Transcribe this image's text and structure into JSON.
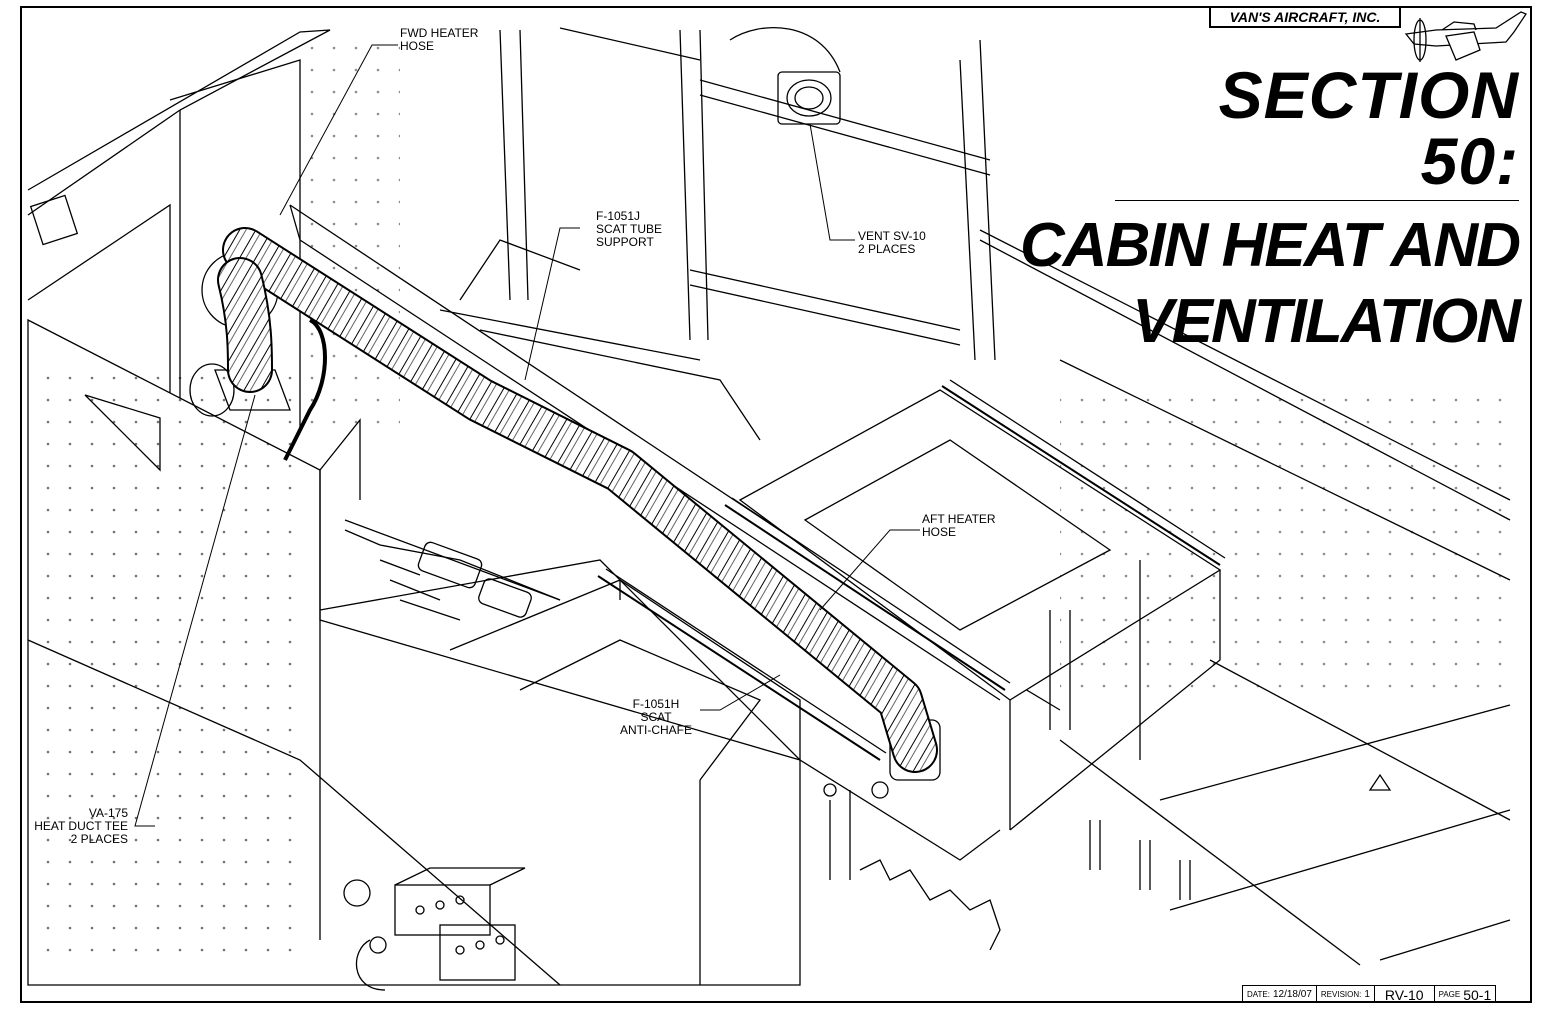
{
  "header": {
    "company": "VAN'S AIRCRAFT, INC.",
    "title_line1": "SECTION 50:",
    "title_line2": "CABIN HEAT AND",
    "title_line3": "VENTILATION"
  },
  "callouts": {
    "fwd_heater_hose": "FWD HEATER\nHOSE",
    "scat_tube_support": "F-1051J\nSCAT TUBE\nSUPPORT",
    "vent": "VENT SV-10\n2 PLACES",
    "aft_heater_hose": "AFT HEATER\nHOSE",
    "scat_anti_chafe": "F-1051H\nSCAT\nANTI-CHAFE",
    "heat_duct_tee": "VA-175\nHEAT DUCT TEE\n2 PLACES"
  },
  "footer": {
    "date_label": "DATE:",
    "date": "12/18/07",
    "revision_label": "REVISION:",
    "revision": "1",
    "model": "RV-10",
    "page_label": "PAGE",
    "page": "50-1"
  },
  "logo": {
    "icon": "airplane-logo-icon"
  }
}
